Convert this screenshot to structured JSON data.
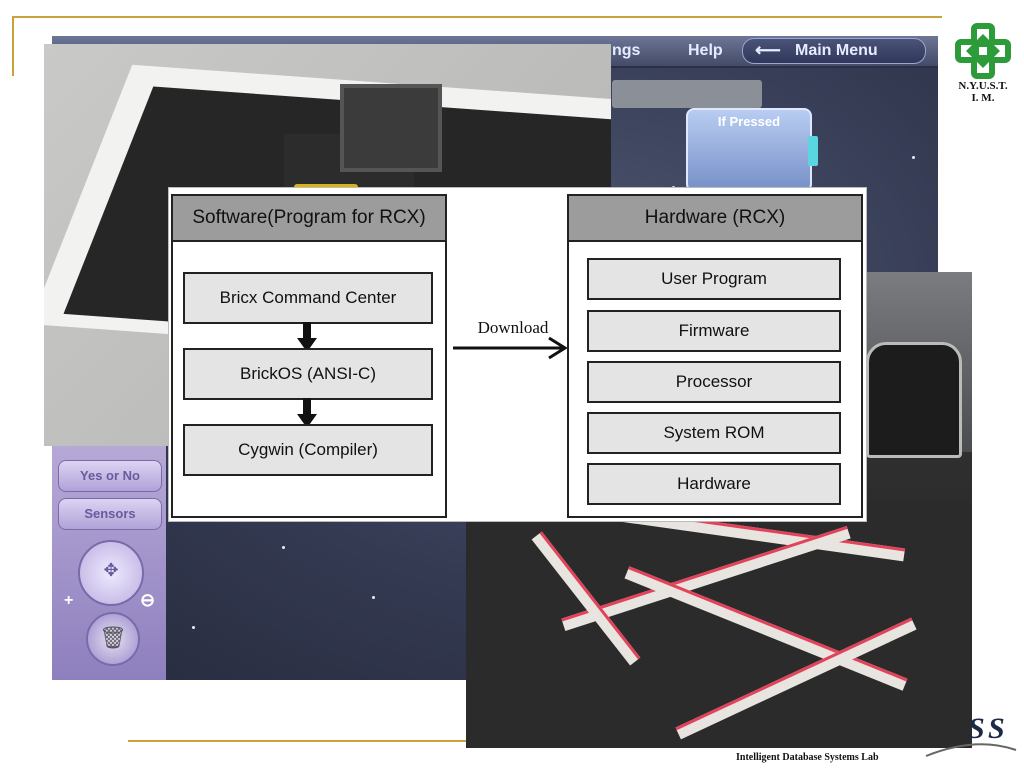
{
  "app": {
    "menu": {
      "settings": "ngs",
      "help": "Help",
      "main_menu": "Main Menu"
    },
    "if_pressed_block": "If Pressed",
    "palette": {
      "yes_or_no": "Yes or No",
      "sensors": "Sensors"
    }
  },
  "diagram": {
    "software": {
      "title": "Software(Program for RCX)",
      "steps": [
        "Bricx Command Center",
        "BrickOS (ANSI-C)",
        "Cygwin (Compiler)"
      ]
    },
    "download_label": "Download",
    "hardware": {
      "title": "Hardware (RCX)",
      "layers": [
        "User Program",
        "Firmware",
        "Processor",
        "System ROM",
        "Hardware"
      ]
    }
  },
  "branding": {
    "logo_text": "N.Y.U.S.T.\nI. M.",
    "lab_name": "Intelligent Database Systems Lab",
    "logo_accent": "#2e9b3a",
    "rule_color": "#c9a23a"
  },
  "icons": [
    "left-arrow-icon",
    "dpad-icon",
    "plus-icon",
    "minus-icon",
    "trash-icon",
    "down-arrow-icon",
    "right-arrow-icon"
  ]
}
